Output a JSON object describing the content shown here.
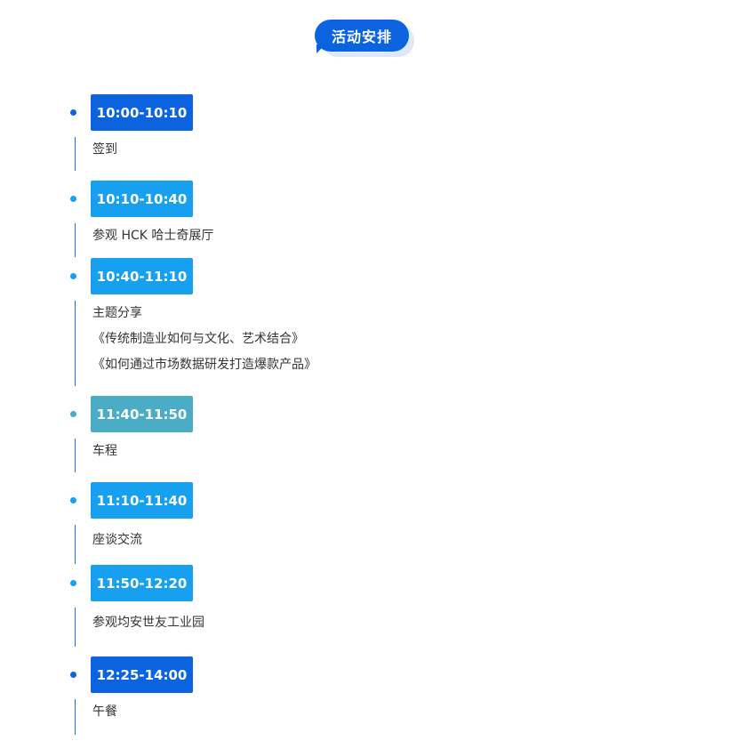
{
  "header": {
    "title": "活动安排"
  },
  "colors": {
    "dark_blue": "#0b63e0",
    "light_blue": "#18a0f0",
    "teal": "#4bacc6",
    "line": "#1e6fd9"
  },
  "schedule": [
    {
      "time": "10:00-10:10",
      "lines": [
        "签到"
      ],
      "color": "#0b63e0"
    },
    {
      "time": "10:10-10:40",
      "lines": [
        "参观 HCK 哈士奇展厅"
      ],
      "color": "#18a0f0"
    },
    {
      "time": "10:40-11:10",
      "lines": [
        "主题分享",
        "《传统制造业如何与文化、艺术结合》",
        "《如何通过市场数据研发打造爆款产品》"
      ],
      "color": "#18a0f0"
    },
    {
      "time": "11:40-11:50",
      "lines": [
        "车程"
      ],
      "color": "#4bacc6"
    },
    {
      "time": "11:10-11:40",
      "lines": [
        "座谈交流"
      ],
      "color": "#18a0f0"
    },
    {
      "time": "11:50-12:20",
      "lines": [
        "参观均安世友工业园"
      ],
      "color": "#18a0f0"
    },
    {
      "time": "12:25-14:00",
      "lines": [
        "午餐"
      ],
      "color": "#0b63e0"
    }
  ]
}
